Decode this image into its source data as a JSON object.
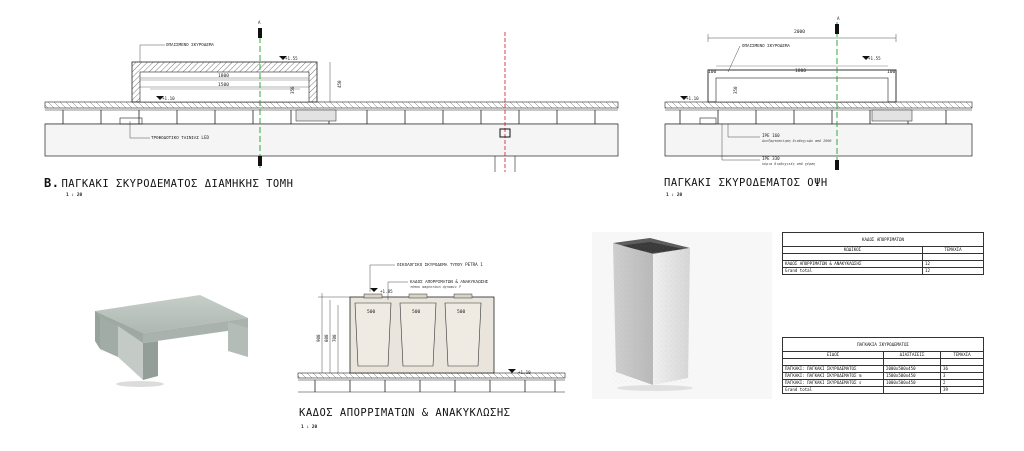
{
  "drawing1": {
    "prefix": "B.",
    "title": "ΠΑΓΚΑΚΙ ΣΚΥΡΟΔΕΜΑΤΟΣ ΔΙΑΜΗΚΗΣ ΤΟΜΗ",
    "scale": "1 : 20",
    "section_marker": "A",
    "ann_top": "ΟΠΛΙΣΜΕΝΟ ΣΚΥΡΟΔΕΜΑ",
    "ann_bottom": "ΤΡΟΦΟΔΟΤΙΚΟ ΤΑΙΝΙΑΣ LED",
    "dim_1": "1800",
    "dim_2": "1500",
    "level_top": "+1.55",
    "level_ground": "+1.10",
    "height": "450",
    "inner_height": "350"
  },
  "drawing2": {
    "title": "ΠΑΓΚΑΚΙ ΣΚΥΡΟΔΕΜΑΤΟΣ ΟΨΗ",
    "scale": "1 : 20",
    "section_marker": "A",
    "ann_top": "ΟΠΛΙΣΜΕΝΟ ΣΚΥΡΟΔΕΜΑ",
    "dim_total": "2000",
    "dim_inner": "1800",
    "dim_left": "100",
    "dim_right": "100",
    "level_top": "+1.55",
    "level_ground": "+1.10",
    "height": "350",
    "ann_ipe1": "IPE 160",
    "ann_ipe1_sub": "Ανεξαρτοποίηση διαδοχικών από 2000",
    "ann_ipe2": "IPE 330",
    "ann_ipe2_sub": "κύρια διαδοχικές από χέρση"
  },
  "drawing3": {
    "title": "ΚΑΔΟΣ ΑΠΟΡΡΙΜΑΤΩΝ & ΑΝΑΚΥΚΛΩΣΗΣ",
    "scale": "1 : 20",
    "ann_1": "ΟΙΚΟΛΟΓΙΚΟ ΣΚΥΡΟΔΕΜΑ ΤΥΠΟΥ PETRA 1",
    "ann_2": "ΚΑΔΟΣ ΑΠΟΡΡΙΜΑΤΩΝ & ΑΝΑΚΥΚΛΩΣΗΣ",
    "ann_2_sub": "τύπου magnorbon dynamic P",
    "bin_width": "500",
    "level_top": "+1.85",
    "level_ground": "+1.10",
    "height_outer": "900",
    "height_inner": "800",
    "height_mid": "700"
  },
  "table_bins": {
    "caption": "ΚΑΔΟΣ ΑΠΟΡΡΙΜΑΤΩΝ",
    "headers": [
      "ΚΩΔΙΚΟΣ",
      "ΤΕΜΑΧΙΑ"
    ],
    "rows": [
      [
        "ΚΑΔΟΣ ΑΠΟΡΡΙΜΑΤΩΝ & ΑΝΑΚΥΚΛΩΣΗΣ",
        "12"
      ],
      [
        "Grand total",
        "12"
      ]
    ]
  },
  "table_benches": {
    "caption": "ΠΑΓΚΑΚΙΑ ΣΚΥΡΟΔΕΜΑΤΟΣ",
    "headers": [
      "ΕΙΔΟΣ",
      "ΔΙΑΣΤΑΣΕΙΣ",
      "ΤΕΜΑΧΙΑ"
    ],
    "rows": [
      [
        "ΠΑΓΚΑΚΙ: ΠΑΓΚΑΚΙ ΣΚΥΡΟΔΕΜΑΤΟΣ",
        "2000x500x450",
        "36"
      ],
      [
        "ΠΑΓΚΑΚΙ: ΠΑΓΚΑΚΙ ΣΚΥΡΟΔΕΜΑΤΟΣ m",
        "1500x500x450",
        "3"
      ],
      [
        "ΠΑΓΚΑΚΙ: ΠΑΓΚΑΚΙ ΣΚΥΡΟΔΕΜΑΤΟΣ s",
        "1000x500x450",
        "2"
      ],
      [
        "Grand total",
        "",
        "39"
      ]
    ]
  },
  "photos": {
    "bench_icon": "bench-photo-icon",
    "bin_icon": "bin-photo-icon"
  },
  "colors": {
    "line": "#222222",
    "hatch": "#555555",
    "axis_green": "#1aa52a",
    "axis_red": "#d11a1a",
    "concrete": "#e9e4dc",
    "bench_render": "#b9c1bc",
    "bin_render": "#e4e4e4"
  }
}
